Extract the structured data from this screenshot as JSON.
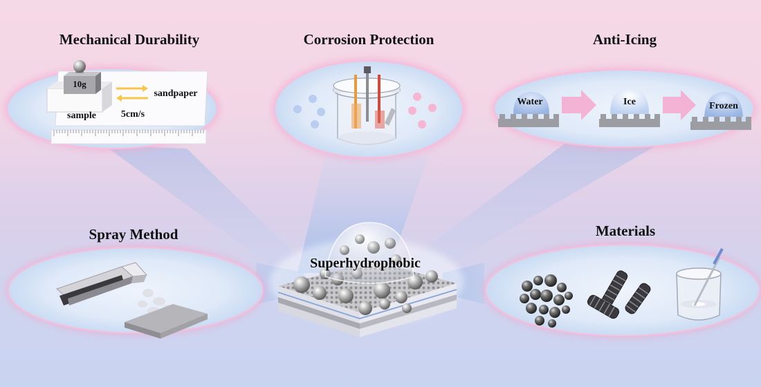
{
  "panels": {
    "mechanical": {
      "title": "Mechanical Durability",
      "weight": "10g",
      "sample": "sample",
      "sandpaper": "sandpaper",
      "speed": "5cm/s"
    },
    "corrosion": {
      "title": "Corrosion Protection"
    },
    "anti_icing": {
      "title": "Anti-Icing",
      "stage_water": "Water",
      "stage_ice": "Ice",
      "stage_frozen": "Frozen"
    },
    "spray": {
      "title": "Spray Method"
    },
    "materials": {
      "title": "Materials"
    },
    "center": {
      "title": "Superhydrophobic"
    }
  },
  "colors": {
    "pink_glow": "#f4a6cf",
    "blue_glow": "#a9c8ee",
    "arrow_yellow": "#f7c64a",
    "arrow_pink": "#f6a8cc",
    "electrode_red": "#d24a3a",
    "electrode_orange": "#e89a3c"
  }
}
